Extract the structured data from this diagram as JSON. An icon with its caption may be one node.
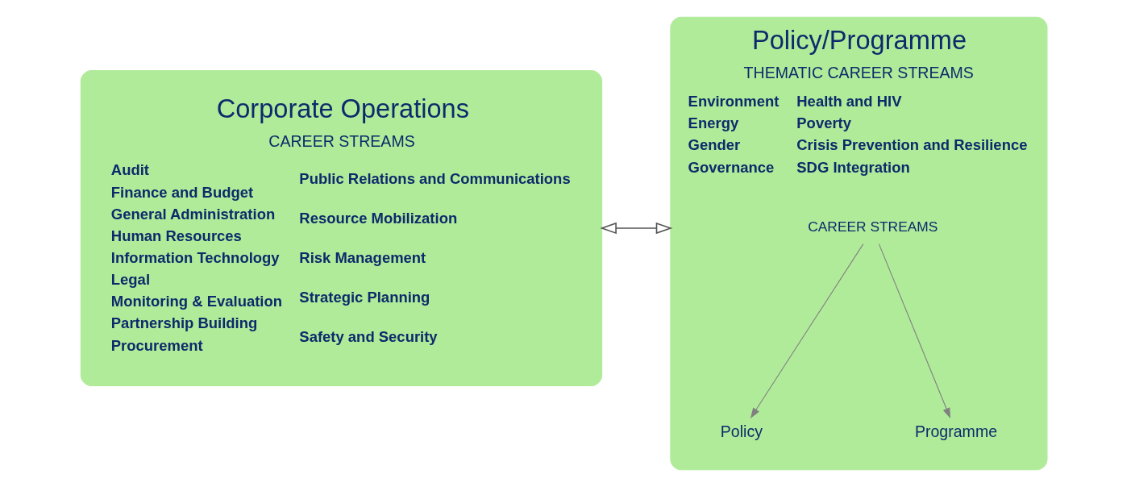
{
  "diagram": {
    "nodes": [
      {
        "text": [
          "Corporate Operations",
          "CAREER STREAMS",
          "Audit",
          "Finance and Budget",
          "General Administration",
          "Human Resources",
          "Information Technology",
          "Legal",
          "Monitoring & Evaluation",
          "Partnership Building",
          "Procurement",
          "Public Relations and Communications",
          "Resource Mobilization",
          "Risk Management",
          "Strategic Planning",
          "Safety and Security"
        ]
      },
      {
        "text": [
          "Policy/Programme",
          "THEMATIC CAREER STREAMS",
          "Environment",
          "Energy",
          "Gender",
          "Governance",
          "Health and HIV",
          "Poverty",
          "Crisis Prevention and Resilience",
          "SDG Integration"
        ]
      },
      {
        "text": [
          "CAREER STREAMS"
        ],
        "in": 1
      },
      {
        "text": [
          "Policy"
        ],
        "in": 1
      },
      {
        "text": [
          "Programme"
        ],
        "in": 1
      }
    ],
    "edges": [
      {
        "from": 0,
        "to": 1,
        "arrow": "both"
      },
      {
        "from": 2,
        "to": 3,
        "arrow": "to",
        "color": "#808080"
      },
      {
        "from": 2,
        "to": 4,
        "arrow": "to",
        "color": "#808080"
      }
    ]
  }
}
